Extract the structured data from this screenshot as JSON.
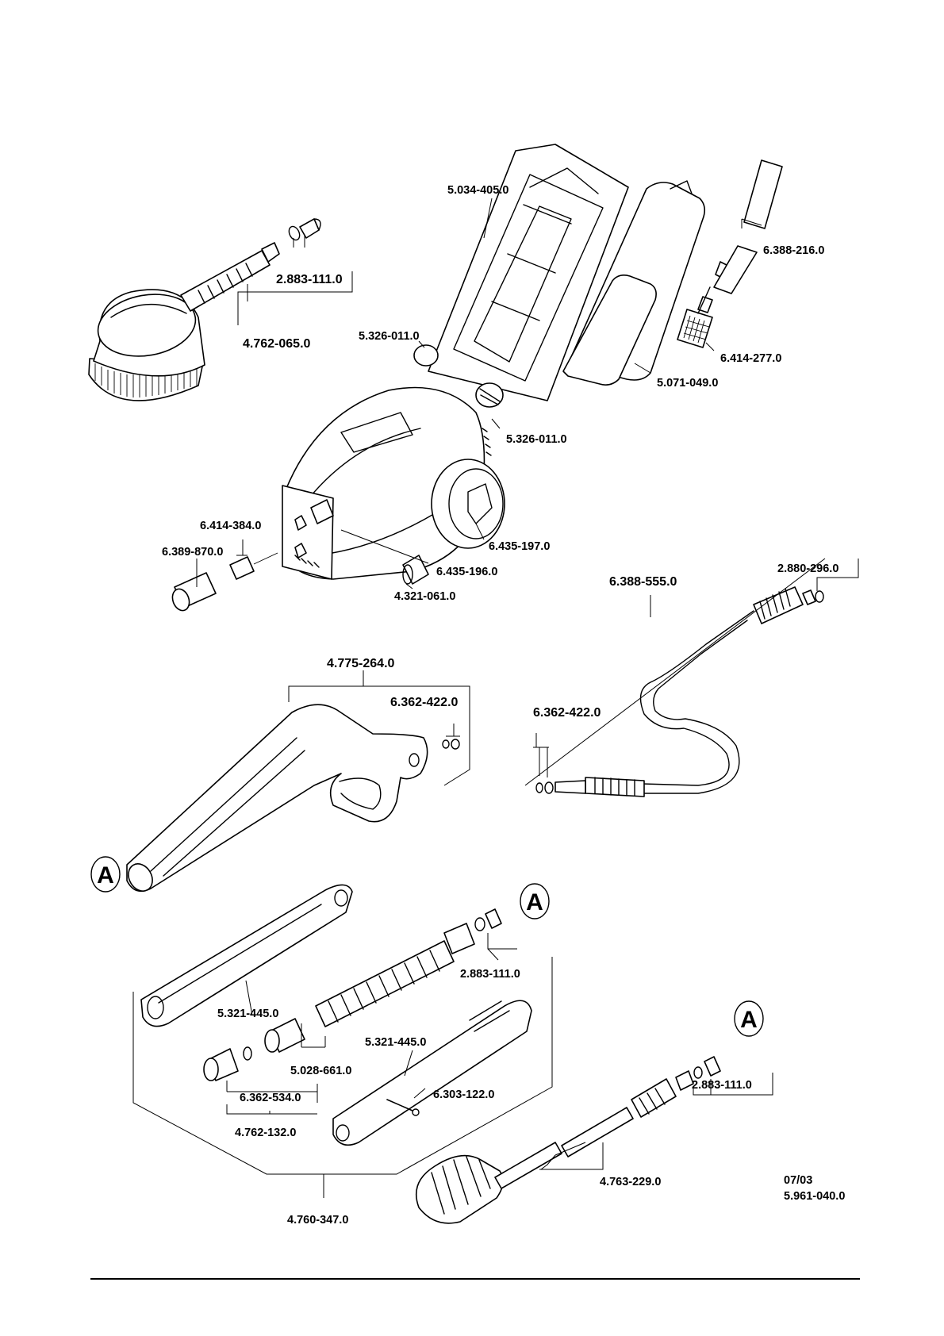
{
  "parts": {
    "p_5034_405": "5.034-405.0",
    "p_6388_216": "6.388-216.0",
    "p_2883_111_a": "2.883-111.0",
    "p_4762_065": "4.762-065.0",
    "p_5326_011_a": "5.326-011.0",
    "p_6414_277": "6.414-277.0",
    "p_5071_049": "5.071-049.0",
    "p_5326_011_b": "5.326-011.0",
    "p_6414_384": "6.414-384.0",
    "p_6389_870": "6.389-870.0",
    "p_6435_197": "6.435-197.0",
    "p_6435_196": "6.435-196.0",
    "p_4321_061": "4.321-061.0",
    "p_6388_555": "6.388-555.0",
    "p_2880_296": "2.880-296.0",
    "p_4775_264": "4.775-264.0",
    "p_6362_422_a": "6.362-422.0",
    "p_6362_422_b": "6.362-422.0",
    "p_2883_111_b": "2.883-111.0",
    "p_5321_445_a": "5.321-445.0",
    "p_5321_445_b": "5.321-445.0",
    "p_5028_661": "5.028-661.0",
    "p_6362_534": "6.362-534.0",
    "p_6303_122": "6.303-122.0",
    "p_2883_111_c": "2.883-111.0",
    "p_4762_132": "4.762-132.0",
    "p_4763_229": "4.763-229.0",
    "p_4760_347": "4.760-347.0"
  },
  "markers": {
    "a1": "A",
    "a2": "A",
    "a3": "A"
  },
  "footer": {
    "date": "07/03",
    "doc_number": "5.961-040.0"
  }
}
